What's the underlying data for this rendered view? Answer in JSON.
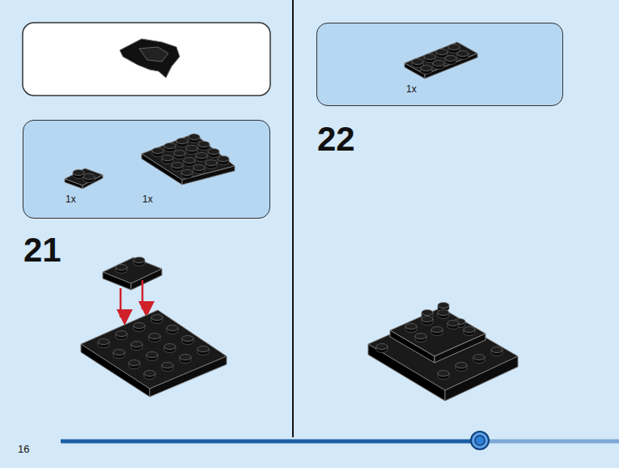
{
  "diagram": {
    "nodes": [
      {
        "text": [
          "1x",
          "1x"
        ]
      },
      {
        "text": [
          "1x"
        ]
      }
    ],
    "labels": [
      "21",
      "22",
      "16"
    ]
  }
}
